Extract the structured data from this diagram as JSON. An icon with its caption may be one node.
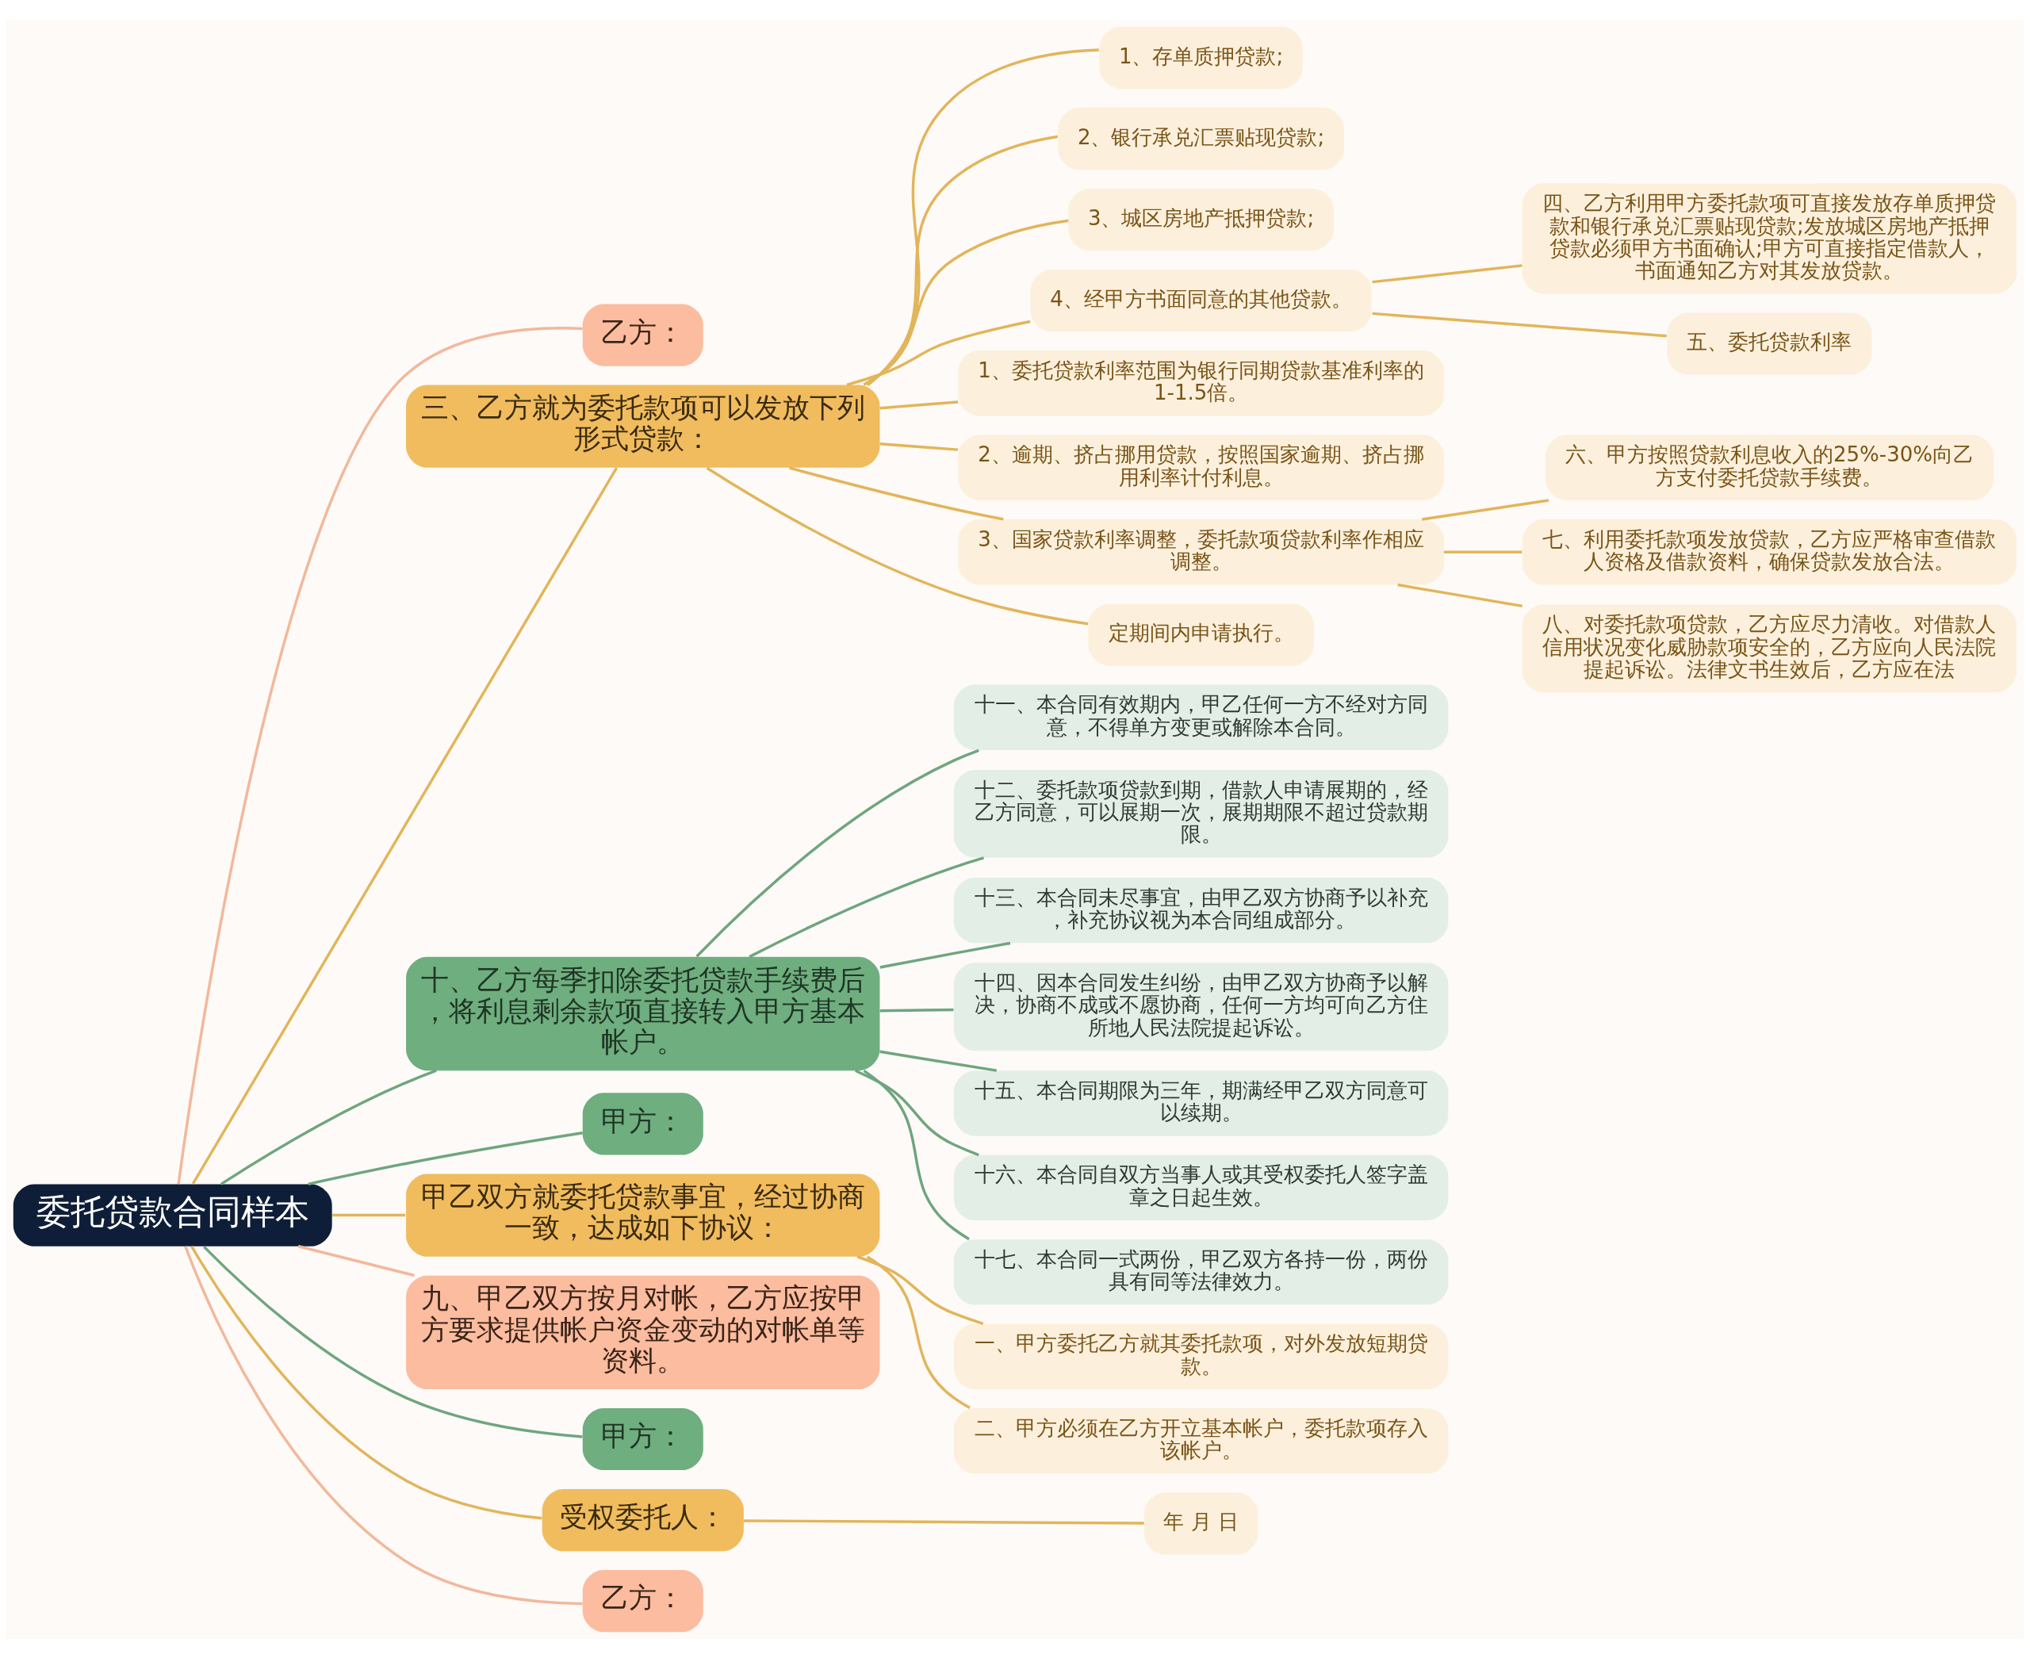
{
  "diagram": {
    "nodes": [
      {
        "text": [
          "委托贷款合同样本"
        ]
      },
      {
        "text": [
          "乙方："
        ]
      },
      {
        "text": [
          "三、乙方就为委托款项可以发放下列形式贷款："
        ]
      },
      {
        "text": [
          "1、存单质押贷款;"
        ]
      },
      {
        "text": [
          "2、银行承兑汇票贴现贷款;"
        ]
      },
      {
        "text": [
          "3、城区房地产抵押贷款;"
        ]
      },
      {
        "text": [
          "4、经甲方书面同意的其他贷款。"
        ]
      },
      {
        "text": [
          "四、乙方利用甲方委托款项可直接发放存单质押贷款和银行承兑汇票贴现贷款;发放城区房地产抵押贷款必须甲方书面确认;甲方可直接指定借款人，书面通知乙方对其发放贷款。"
        ]
      },
      {
        "text": [
          "五、委托贷款利率"
        ]
      },
      {
        "text": [
          "1、委托贷款利率范围为银行同期贷款基准利率的1-1.5倍。"
        ]
      },
      {
        "text": [
          "2、逾期、挤占挪用贷款，按照国家逾期、挤占挪用利率计付利息。"
        ]
      },
      {
        "text": [
          "3、国家贷款利率调整，委托款项贷款利率作相应调整。"
        ]
      },
      {
        "text": [
          "六、甲方按照贷款利息收入的25%-30%向乙方支付委托贷款手续费。"
        ]
      },
      {
        "text": [
          "七、利用委托款项发放贷款，乙方应严格审查借款人资格及借款资料，确保贷款发放合法。"
        ]
      },
      {
        "text": [
          "八、对委托款项贷款，乙方应尽力清收。对借款人信用状况变化威胁款项安全的，乙方应向人民法院提起诉讼。法律文书生效后，乙方应在法"
        ]
      },
      {
        "text": [
          "定期间内申请执行。"
        ]
      },
      {
        "text": [
          "十、乙方每季扣除委托贷款手续费后，将利息剩余款项直接转入甲方基本帐户。"
        ]
      },
      {
        "text": [
          "十一、本合同有效期内，甲乙任何一方不经对方同意，不得单方变更或解除本合同。"
        ]
      },
      {
        "text": [
          "十二、委托款项贷款到期，借款人申请展期的，经乙方同意，可以展期一次，展期期限不超过贷款期限。"
        ]
      },
      {
        "text": [
          "十三、本合同未尽事宜，由甲乙双方协商予以补充，补充协议视为本合同组成部分。"
        ]
      },
      {
        "text": [
          "十四、因本合同发生纠纷，由甲乙双方协商予以解决，协商不成或不愿协商，任何一方均可向乙方住所地人民法院提起诉讼。"
        ]
      },
      {
        "text": [
          "十五、本合同期限为三年，期满经甲乙双方同意可以续期。"
        ]
      },
      {
        "text": [
          "十六、本合同自双方当事人或其受权委托人签字盖章之日起生效。"
        ]
      },
      {
        "text": [
          "十七、本合同一式两份，甲乙双方各持一份，两份具有同等法律效力。"
        ]
      },
      {
        "text": [
          "甲方："
        ]
      },
      {
        "text": [
          "甲乙双方就委托贷款事宜，经过协商一致，达成如下协议："
        ]
      },
      {
        "text": [
          "一、甲方委托乙方就其委托款项，对外发放短期贷款。"
        ]
      },
      {
        "text": [
          "二、甲方必须在乙方开立基本帐户，委托款项存入该帐户。"
        ]
      },
      {
        "text": [
          "九、甲乙双方按月对帐，乙方应按甲方要求提供帐户资金变动的对帐单等资料。"
        ]
      },
      {
        "text": [
          "甲方："
        ]
      },
      {
        "text": [
          "受权委托人："
        ]
      },
      {
        "text": [
          "年 月 日"
        ]
      },
      {
        "text": [
          "乙方："
        ]
      }
    ],
    "edges": [
      {
        "from": 0,
        "to": 1,
        "arrow": "none",
        "color": "#f2b89c"
      },
      {
        "from": 0,
        "to": 2,
        "arrow": "none"
      },
      {
        "from": 2,
        "to": 3,
        "arrow": "none"
      },
      {
        "from": 2,
        "to": 4,
        "arrow": "none"
      },
      {
        "from": 2,
        "to": 5,
        "arrow": "none"
      },
      {
        "from": 2,
        "to": 6,
        "arrow": "none"
      },
      {
        "from": 6,
        "to": 7,
        "arrow": "none"
      },
      {
        "from": 6,
        "to": 8,
        "arrow": "none"
      },
      {
        "from": 2,
        "to": 9,
        "arrow": "none"
      },
      {
        "from": 2,
        "to": 10,
        "arrow": "none"
      },
      {
        "from": 2,
        "to": 11,
        "arrow": "none"
      },
      {
        "from": 11,
        "to": 12,
        "arrow": "none"
      },
      {
        "from": 11,
        "to": 13,
        "arrow": "none"
      },
      {
        "from": 11,
        "to": 14,
        "arrow": "none"
      },
      {
        "from": 2,
        "to": 15,
        "arrow": "none"
      },
      {
        "from": 0,
        "to": 16,
        "arrow": "none",
        "color": "#6fa57f"
      },
      {
        "from": 16,
        "to": 17,
        "arrow": "none",
        "color": "#6fa57f"
      },
      {
        "from": 16,
        "to": 18,
        "arrow": "none",
        "color": "#6fa57f"
      },
      {
        "from": 16,
        "to": 19,
        "arrow": "none",
        "color": "#6fa57f"
      },
      {
        "from": 16,
        "to": 20,
        "arrow": "none",
        "color": "#6fa57f"
      },
      {
        "from": 16,
        "to": 21,
        "arrow": "none",
        "color": "#6fa57f"
      },
      {
        "from": 16,
        "to": 22,
        "arrow": "none",
        "color": "#6fa57f"
      },
      {
        "from": 16,
        "to": 23,
        "arrow": "none",
        "color": "#6fa57f"
      },
      {
        "from": 0,
        "to": 24,
        "arrow": "none",
        "color": "#6fa57f"
      },
      {
        "from": 0,
        "to": 25,
        "arrow": "none"
      },
      {
        "from": 25,
        "to": 26,
        "arrow": "none"
      },
      {
        "from": 25,
        "to": 27,
        "arrow": "none"
      },
      {
        "from": 0,
        "to": 28,
        "arrow": "none",
        "color": "#f2b89c"
      },
      {
        "from": 0,
        "to": 29,
        "arrow": "none",
        "color": "#6fa57f"
      },
      {
        "from": 0,
        "to": 30,
        "arrow": "none"
      },
      {
        "from": 30,
        "to": 31,
        "arrow": "none"
      },
      {
        "from": 0,
        "to": 32,
        "arrow": "none",
        "color": "#f2b89c"
      }
    ]
  }
}
